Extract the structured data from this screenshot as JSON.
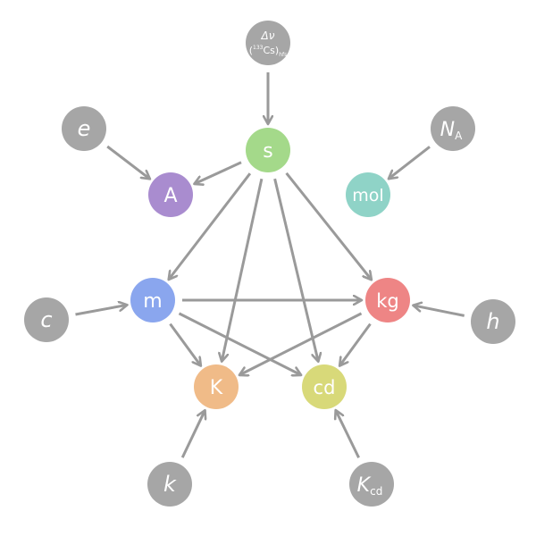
{
  "colors": {
    "edge": "#9a9a9a",
    "constant": "#a6a6a6",
    "s": "#a4d98a",
    "A": "#a98ccf",
    "mol": "#8fd3c7",
    "m": "#8aa6ee",
    "kg": "#ee8585",
    "K": "#f0bb88",
    "cd": "#d8d979"
  },
  "units": {
    "s": "s",
    "A": "A",
    "mol": "mol",
    "m": "m",
    "kg": "kg",
    "K": "K",
    "cd": "cd"
  },
  "constants": {
    "dnu": {
      "line1": "Δν",
      "open_paren": "(",
      "mass_number": "133",
      "element": "Cs",
      "close_paren": ")",
      "subscript": "hfs"
    },
    "e": {
      "symbol": "e"
    },
    "NA": {
      "symbol": "N",
      "subscript": "A"
    },
    "c": {
      "symbol": "c"
    },
    "h": {
      "symbol": "h"
    },
    "k": {
      "symbol": "k"
    },
    "Kcd": {
      "symbol": "K",
      "subscript": "cd"
    }
  }
}
